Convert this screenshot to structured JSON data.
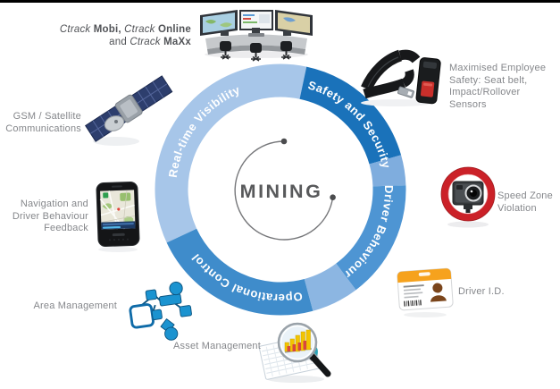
{
  "center": {
    "title": "MINING"
  },
  "ring": {
    "segments": [
      {
        "id": "real-time-visibility",
        "label": "Real-time Visibility",
        "color": "#a7c6e9"
      },
      {
        "id": "safety-and-security",
        "label": "Safety and Security",
        "color": "#1a72ba"
      },
      {
        "id": "driver-behaviour",
        "label": "Driver Behaviour",
        "color": "#4e95d3"
      },
      {
        "id": "operational-control",
        "label": "Operational Control",
        "color": "#3f8ccb"
      }
    ],
    "transition_colors": [
      "#7fadde",
      "#8cb6e2"
    ],
    "label_color": "#ffffff"
  },
  "palette": {
    "alert_red": "#cb2128",
    "id_orange": "#f6a21d",
    "flow_blue": "#1b93d0",
    "title_gray": "#58595b"
  },
  "callouts": {
    "ctrack": {
      "icon": "control-room-icon",
      "l1a": "Ctrack",
      "l1b": " Mobi, ",
      "l1c": "Ctrack",
      "l1d": " Online",
      "l2a": "and ",
      "l2b": "Ctrack",
      "l2c": " MaXx"
    },
    "gsm": {
      "icon": "satellite-icon",
      "lines": [
        "GSM / Satellite",
        "Communications"
      ]
    },
    "navigation": {
      "icon": "smartphone-icon",
      "lines": [
        "Navigation and",
        "Driver Behaviour",
        "Feedback"
      ]
    },
    "area": {
      "icon": "flowchart-icon",
      "label": "Area Management"
    },
    "asset": {
      "icon": "chart-magnifier-icon",
      "label": "Asset Management"
    },
    "safety": {
      "icon": "seat-belt-icon",
      "lines": [
        "Maximised Employee",
        "Safety: Seat belt,",
        "Impact/Rollover Sensors"
      ]
    },
    "speed": {
      "icon": "speed-camera-icon",
      "lines": [
        "Speed Zone",
        "Violation"
      ]
    },
    "driverid": {
      "icon": "id-card-icon",
      "label": "Driver I.D."
    }
  }
}
